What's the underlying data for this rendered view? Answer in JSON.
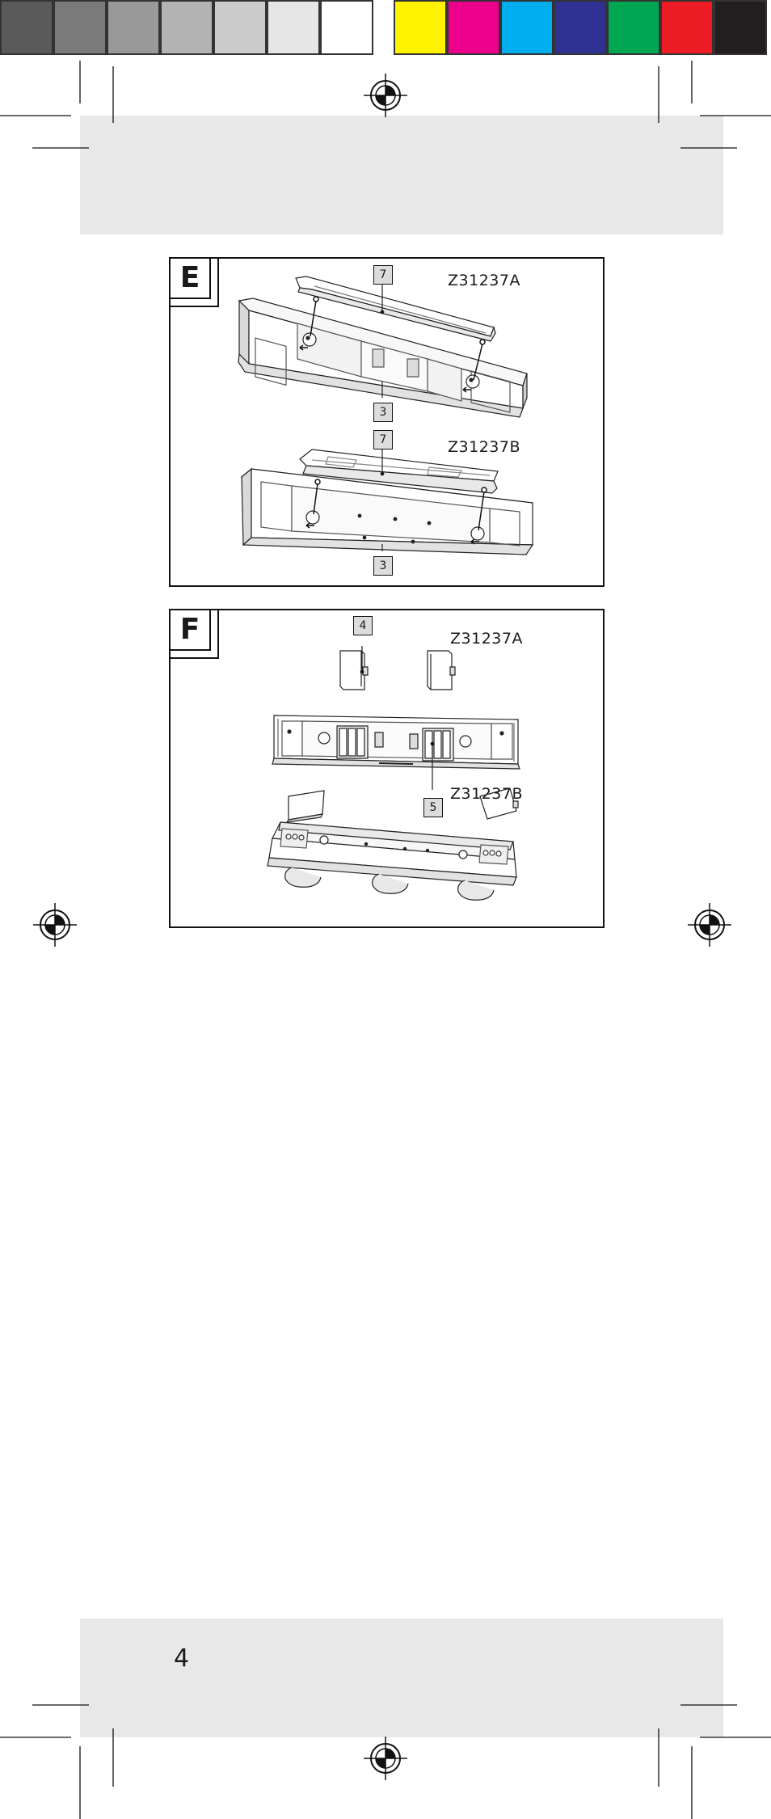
{
  "print_marks": {
    "grayscale_swatches": [
      "#5a5a5a",
      "#7a7a7a",
      "#999999",
      "#b3b3b3",
      "#cccccc",
      "#e6e6e6",
      "#ffffff"
    ],
    "process_swatches": [
      "#fff200",
      "#ec008c",
      "#00aeef",
      "#2e3192",
      "#00a651",
      "#ed1c24",
      "#231f20"
    ]
  },
  "figure_e": {
    "letter": "E",
    "model_a": "Z31237A",
    "model_b": "Z31237B",
    "callout_a_top": "7",
    "callout_a_bottom": "3",
    "callout_b_top": "7",
    "callout_b_bottom": "3"
  },
  "figure_f": {
    "letter": "F",
    "model_a": "Z31237A",
    "model_b": "Z31237B",
    "callout_battery_cover": "4",
    "callout_batteries": "5"
  },
  "page": {
    "number": "4"
  }
}
